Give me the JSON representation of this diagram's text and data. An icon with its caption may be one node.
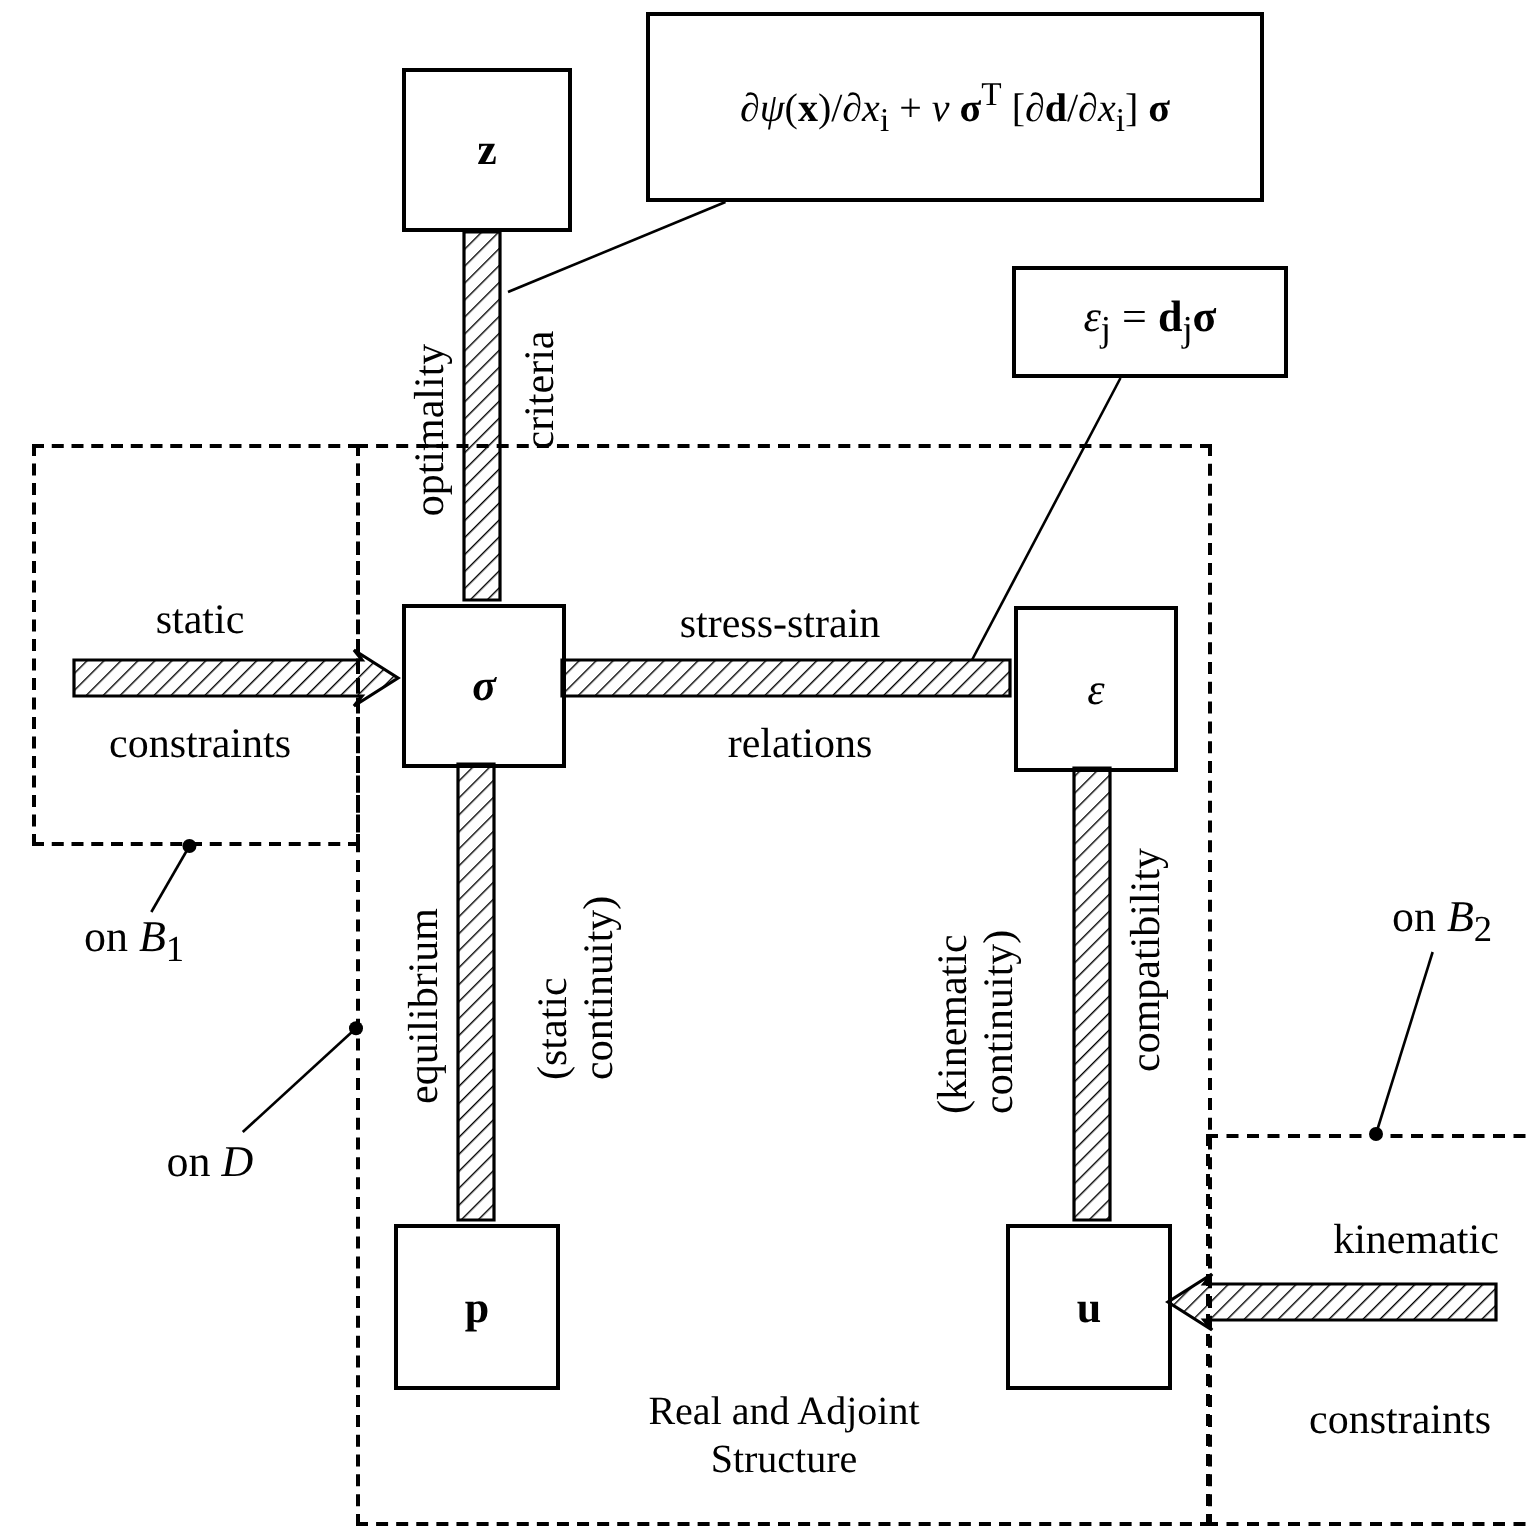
{
  "diagram": {
    "nodes": [
      {
        "text": [
          "Real and Adjoint Structure"
        ]
      },
      {
        "text": [],
        "shape": "box"
      },
      {
        "text": [],
        "shape": "box"
      },
      {
        "text": [
          "z"
        ]
      },
      {
        "text": [
          "∂*ψ*(**x**)/∂*x*$_{i}$ + *ν* **σ**$^{T}$ [∂**d**/∂*x*$_{i}$] **σ**"
        ]
      },
      {
        "text": [
          "σ"
        ],
        "in": 0
      },
      {
        "text": [
          "*ε*$_{j}$ = **d**$_{j}$**σ**"
        ]
      },
      {
        "text": [
          "ε"
        ],
        "in": 0
      },
      {
        "text": [
          "p"
        ],
        "in": 0
      },
      {
        "text": [
          "u"
        ],
        "in": 0
      },
      {
        "text": [
          "on *B*$_{1}$"
        ]
      },
      {
        "text": [
          "on *D*"
        ]
      },
      {
        "text": [
          "on *B*$_{2}$"
        ]
      }
    ],
    "edges": [
      {
        "from": 3,
        "to": 5,
        "arrow": "none",
        "style": "thick"
      },
      {
        "from": 5,
        "to": 7,
        "arrow": "none",
        "style": "thick"
      },
      {
        "from": 5,
        "to": 8,
        "arrow": "none",
        "style": "thick"
      },
      {
        "from": 7,
        "to": 9,
        "arrow": "none",
        "style": "thick"
      },
      {
        "from": null,
        "to": 5,
        "arrow": "to",
        "style": "thick"
      },
      {
        "from": null,
        "to": 9,
        "arrow": "to",
        "style": "thick"
      },
      {
        "from": 4,
        "to": null,
        "arrow": "none"
      },
      {
        "from": 6,
        "to": null,
        "arrow": "none"
      },
      {
        "from": 10,
        "to": 1,
        "arrow": "other"
      },
      {
        "from": 11,
        "to": 0,
        "arrow": "other"
      },
      {
        "from": 12,
        "to": 2,
        "arrow": "other"
      }
    ],
    "labels": [
      "optimality",
      "criteria",
      "static",
      "constraints",
      "stress-strain",
      "relations",
      "equilibrium",
      "(static continuity)",
      "(kinematic continuity)",
      "compatibility",
      "kinematic",
      "constraints"
    ]
  }
}
